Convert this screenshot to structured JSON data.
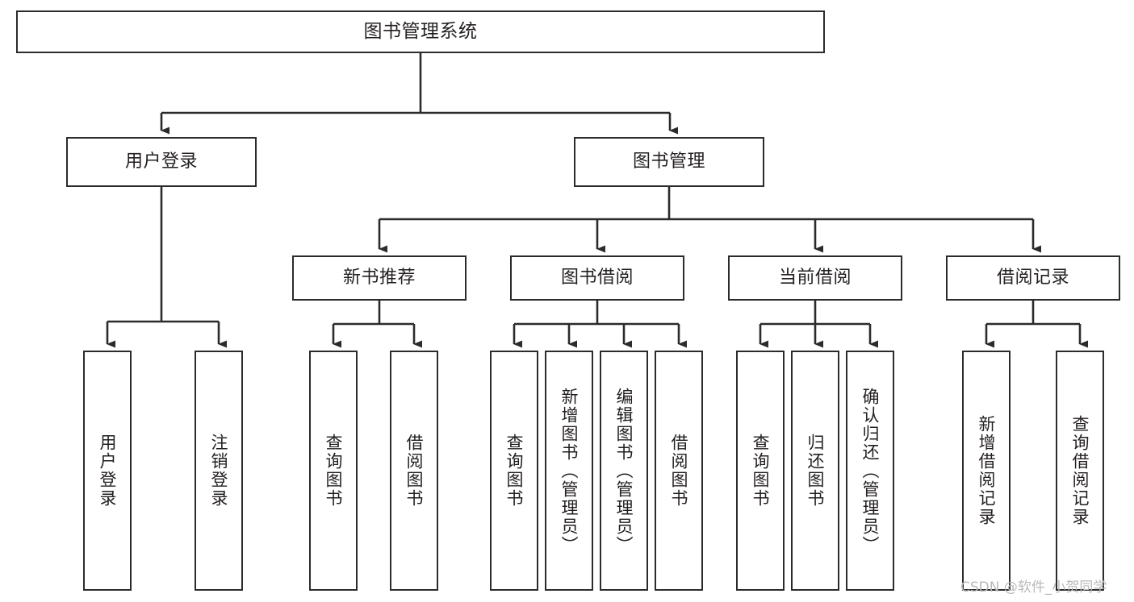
{
  "diagram": {
    "type": "tree",
    "title": "图书管理系统",
    "watermark": "CSDN @软件_小贺同学",
    "colors": {
      "background": "#ffffff",
      "stroke": "#2b2b2b",
      "text": "#231f20",
      "watermark": "#b9b9b9"
    },
    "nodes": {
      "root": {
        "label": "图书管理系统"
      },
      "level2": [
        {
          "id": "user-login",
          "label": "用户登录"
        },
        {
          "id": "book-manage",
          "label": "图书管理"
        }
      ],
      "level3": [
        {
          "id": "new-book-recommend",
          "label": "新书推荐"
        },
        {
          "id": "book-borrow",
          "label": "图书借阅"
        },
        {
          "id": "current-borrow",
          "label": "当前借阅"
        },
        {
          "id": "borrow-record",
          "label": "借阅记录"
        }
      ],
      "leaves": [
        {
          "id": "leaf-user-login",
          "label": "用户登录",
          "parent": "user-login"
        },
        {
          "id": "leaf-logout",
          "label": "注销登录",
          "parent": "user-login"
        },
        {
          "id": "leaf-query-book-1",
          "label": "查询图书",
          "parent": "new-book-recommend"
        },
        {
          "id": "leaf-borrow-book-1",
          "label": "借阅图书",
          "parent": "new-book-recommend"
        },
        {
          "id": "leaf-query-book-2",
          "label": "查询图书",
          "parent": "book-borrow"
        },
        {
          "id": "leaf-add-book",
          "label": "新增图书（管理员）",
          "parent": "book-borrow"
        },
        {
          "id": "leaf-edit-book",
          "label": "编辑图书（管理员）",
          "parent": "book-borrow"
        },
        {
          "id": "leaf-borrow-book-2",
          "label": "借阅图书",
          "parent": "book-borrow"
        },
        {
          "id": "leaf-query-book-3",
          "label": "查询图书",
          "parent": "current-borrow"
        },
        {
          "id": "leaf-return-book",
          "label": "归还图书",
          "parent": "current-borrow"
        },
        {
          "id": "leaf-confirm-return",
          "label": "确认归还（管理员）",
          "parent": "current-borrow"
        },
        {
          "id": "leaf-add-record",
          "label": "新增借阅记录",
          "parent": "borrow-record"
        },
        {
          "id": "leaf-query-record",
          "label": "查询借阅记录",
          "parent": "borrow-record"
        }
      ]
    }
  }
}
